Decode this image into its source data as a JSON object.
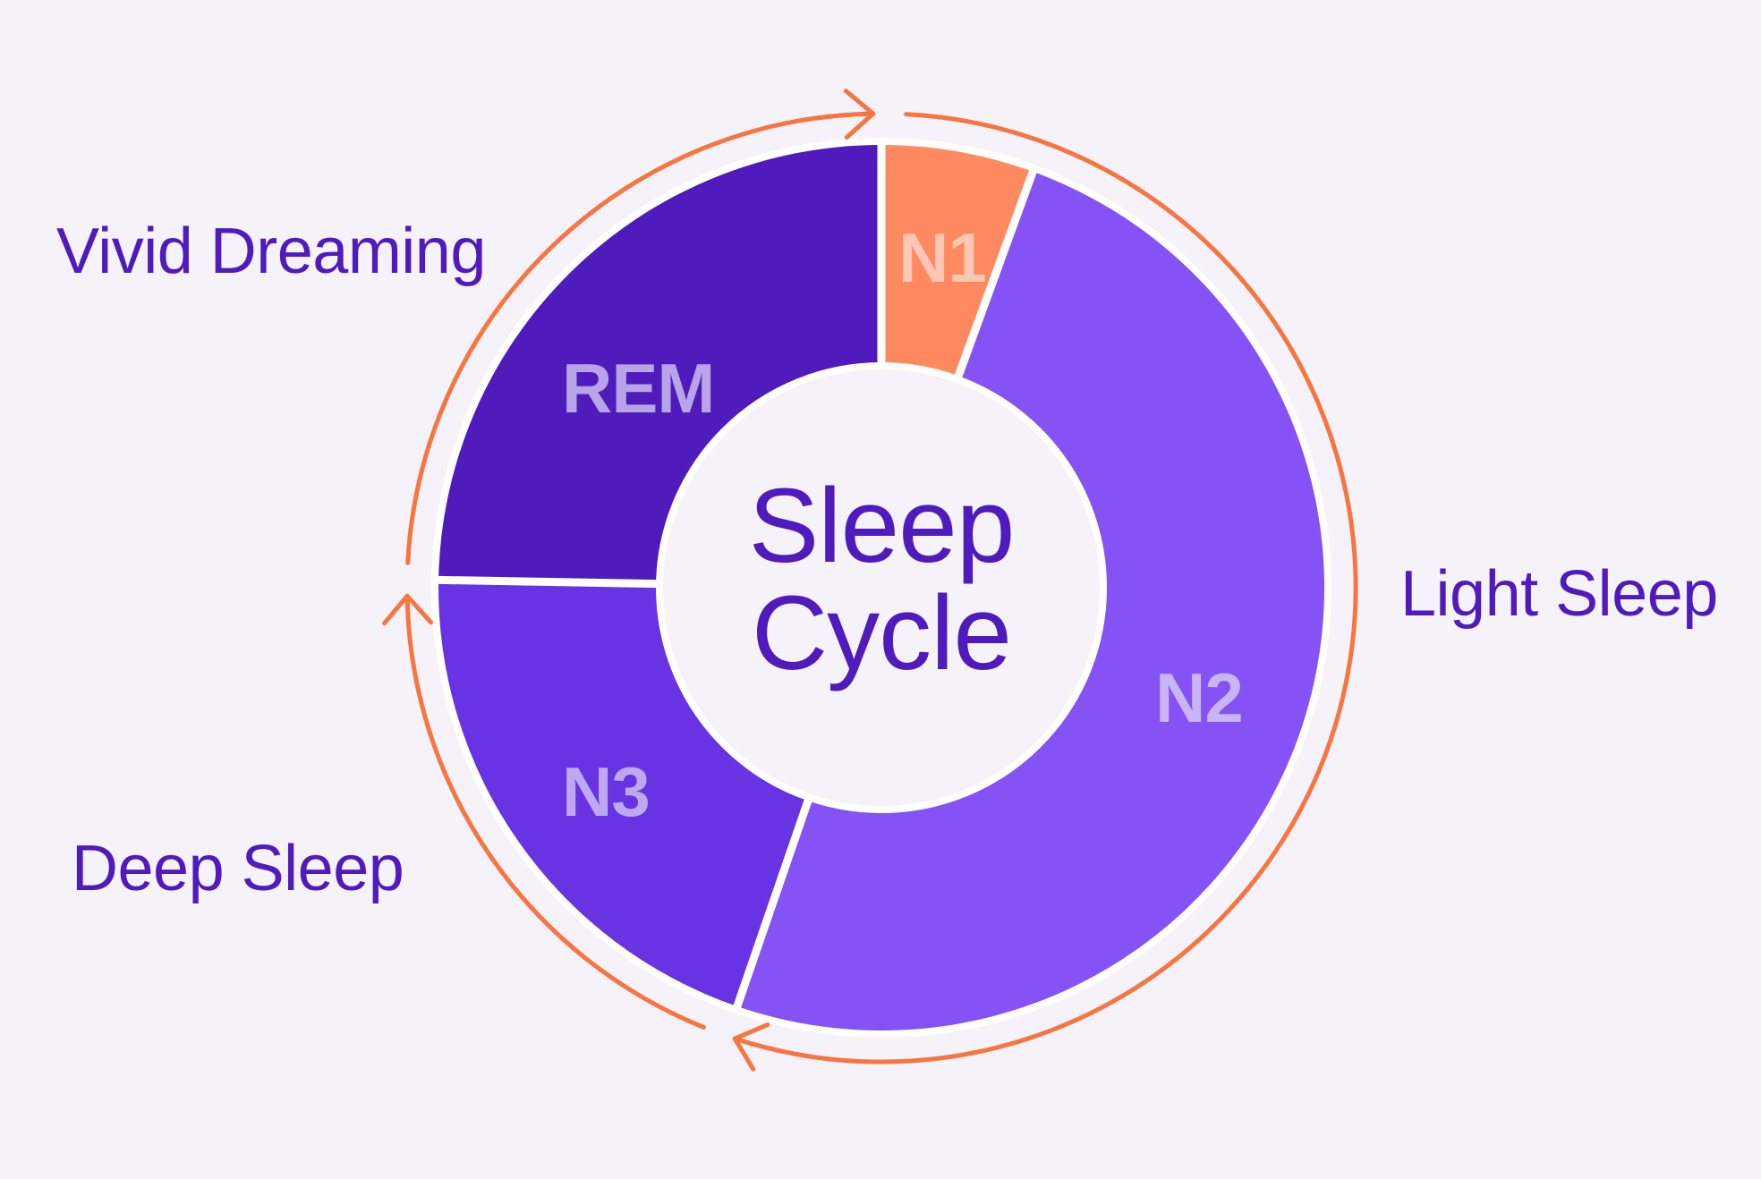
{
  "title": {
    "line1": "Sleep",
    "line2": "Cycle"
  },
  "stage_labels": {
    "vivid_dreaming": "Vivid Dreaming",
    "light_sleep": "Light Sleep",
    "deep_sleep": "Deep Sleep"
  },
  "colors": {
    "background": "#f5f2f9",
    "text": "#4f1bbd",
    "arrow": "#f77540",
    "separator": "#ffffff"
  },
  "segments": [
    {
      "id": "n1",
      "label": "N1",
      "start_deg": 0,
      "end_deg": 20,
      "color": "#ff8a60",
      "label_color": "#fdc7b3"
    },
    {
      "id": "n2",
      "label": "N2",
      "start_deg": 20,
      "end_deg": 199,
      "color": "#8552f5",
      "label_color": "#c9b4f6"
    },
    {
      "id": "n3",
      "label": "N3",
      "start_deg": 199,
      "end_deg": 271,
      "color": "#6833e2",
      "label_color": "#bea8f0"
    },
    {
      "id": "rem",
      "label": "REM",
      "start_deg": 271,
      "end_deg": 360,
      "color": "#501bbd",
      "label_color": "#b8a4e6"
    }
  ],
  "chart_data": {
    "type": "pie",
    "title": "Sleep Cycle",
    "categories": [
      "N1",
      "N2",
      "N3",
      "REM"
    ],
    "values": [
      5.5,
      49.7,
      20.0,
      24.8
    ],
    "unit": "approx. % of cycle (read from donut angles)",
    "colors": [
      "#ff8a60",
      "#8552f5",
      "#6833e2",
      "#501bbd"
    ],
    "groups": [
      {
        "name": "Light Sleep",
        "segments": [
          "N1",
          "N2"
        ]
      },
      {
        "name": "Deep Sleep",
        "segments": [
          "N3"
        ]
      },
      {
        "name": "Vivid Dreaming",
        "segments": [
          "REM"
        ]
      }
    ],
    "style": "donut",
    "annotations": [
      "Clockwise orange cycle arrows around the donut"
    ]
  }
}
